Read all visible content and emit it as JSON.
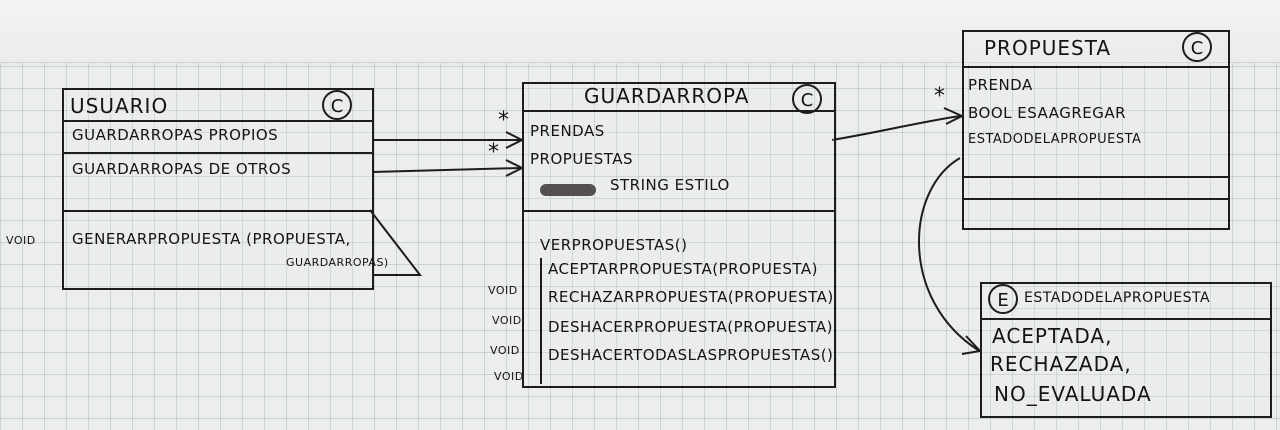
{
  "usuario": {
    "title": "USUARIO",
    "kind": "C",
    "attributes": [
      "GUARDARROPAS PROPIOS",
      "GUARDARROPAS DE OTROS"
    ],
    "method_return": "VOID",
    "method_line1": "GENERARPROPUESTA (PROPUESTA,",
    "method_line2": "GUARDARROPAS)"
  },
  "guardarropa": {
    "title": "GUARDARROPA",
    "kind": "C",
    "attributes": [
      "PRENDAS",
      "PROPUESTAS",
      "STRING ESTILO"
    ],
    "methods": [
      {
        "ret": "",
        "sig": "VERPROPUESTAS()"
      },
      {
        "ret": "VOID",
        "sig": "ACEPTARPROPUESTA(PROPUESTA)"
      },
      {
        "ret": "VOID",
        "sig": "RECHAZARPROPUESTA(PROPUESTA)"
      },
      {
        "ret": "VOID",
        "sig": "DESHACERPROPUESTA(PROPUESTA)"
      },
      {
        "ret": "VOID",
        "sig": "DESHACERTODASLASPROPUESTAS()"
      }
    ]
  },
  "propuesta": {
    "title": "PROPUESTA",
    "kind": "C",
    "attributes": [
      "PRENDA",
      "BOOL ESAAGREGAR",
      "ESTADODELAPROPUESTA"
    ]
  },
  "estado": {
    "title": "ESTADODELAPROPUESTA",
    "kind": "E",
    "values": [
      "ACEPTADA,",
      "RECHAZADA,",
      "NO_EVALUADA"
    ]
  },
  "multiplicity": "*",
  "colors": {
    "ink": "#1d1d1d",
    "paper": "#eceded"
  }
}
